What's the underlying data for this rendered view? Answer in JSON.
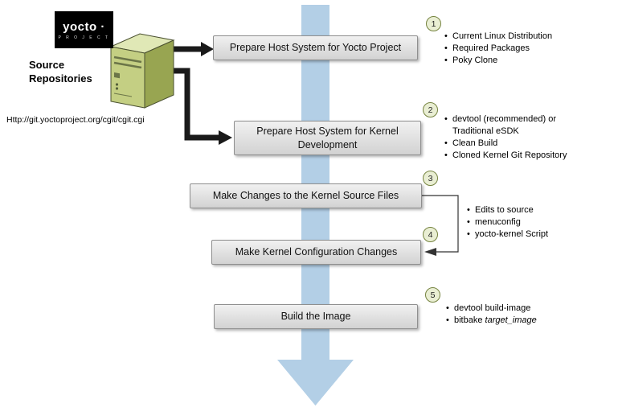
{
  "logo": {
    "brand": "yocto ·",
    "subtitle": "P R O J E C T"
  },
  "source": {
    "label": "Source Repositories",
    "url": "Http://git.yoctoproject.org/cgit/cgit.cgi"
  },
  "steps": [
    {
      "num": "1",
      "label": "Prepare Host System for Yocto Project",
      "bullets": [
        "Current Linux Distribution",
        "Required Packages",
        "Poky Clone"
      ]
    },
    {
      "num": "2",
      "label": "Prepare Host System for Kernel Development",
      "bullets": [
        "devtool (recommended) or Traditional eSDK",
        "Clean Build",
        "Cloned Kernel Git Repository"
      ]
    },
    {
      "num": "3",
      "label": "Make Changes to the Kernel Source Files"
    },
    {
      "num": "4",
      "label": "Make Kernel Configuration Changes"
    },
    {
      "num": "5",
      "label": "Build the Image",
      "bullets": [
        "devtool build-image"
      ],
      "bitbake_prefix": "bitbake ",
      "bitbake_italic": "target_image"
    }
  ],
  "shared_bullets": [
    "Edits to source",
    "menuconfig",
    "yocto-kernel Script"
  ],
  "colors": {
    "flow_arrow_blue": "#b3cfe6",
    "box_gray": "#d9d9d9",
    "circle_fill": "#e9eed3",
    "circle_border": "#75833f",
    "server_green": "#c4cf83",
    "logo_bg": "#000000"
  }
}
